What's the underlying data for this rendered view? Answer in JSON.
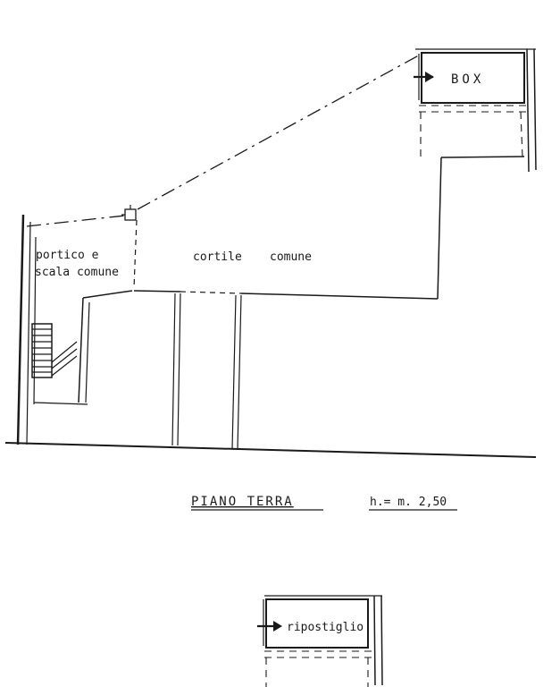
{
  "plan": {
    "box_label": "BOX",
    "portico_line1": "portico e",
    "portico_line2": "scala comune",
    "cortile": "cortile",
    "comune": "comune",
    "title": "PIANO TERRA",
    "height_note": "h.= m. 2,50",
    "ripostiglio_label": "ripostiglio"
  }
}
